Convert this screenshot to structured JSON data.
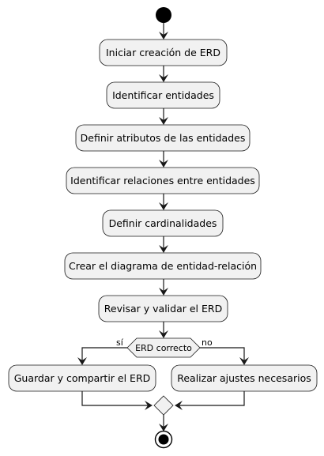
{
  "diagram": {
    "steps": [
      {
        "label": "Iniciar creación de ERD"
      },
      {
        "label": "Identificar entidades"
      },
      {
        "label": "Definir atributos de las entidades"
      },
      {
        "label": "Identificar relaciones entre entidades"
      },
      {
        "label": "Definir cardinalidades"
      },
      {
        "label": "Crear el diagrama de entidad-relación"
      },
      {
        "label": "Revisar y validar el ERD"
      }
    ],
    "decision": {
      "label": "ERD correcto",
      "yes_label": "sí",
      "no_label": "no"
    },
    "branches": {
      "yes_action": "Guardar y compartir el ERD",
      "no_action": "Realizar ajustes necesarios"
    },
    "colors": {
      "node_fill": "#f1f1f1",
      "stroke": "#181818",
      "start_end": "#000000"
    }
  }
}
